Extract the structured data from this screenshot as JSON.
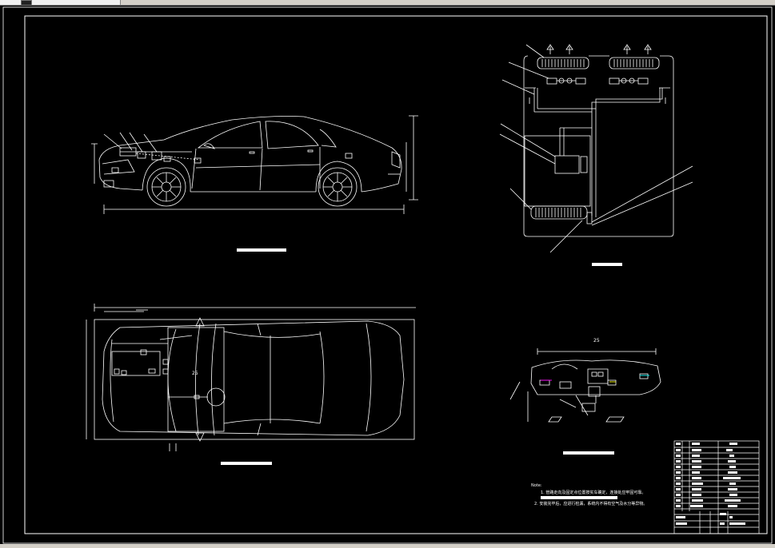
{
  "window": {
    "title_bar_color": "#d4d0c8",
    "tab_icon": "document-icon"
  },
  "drawing": {
    "background": "#000000",
    "line_color": "#ffffff",
    "accent_colors": [
      "#ffffff",
      "#ff00ff",
      "#00ffff",
      "#ffff00"
    ],
    "top_view_label": "25",
    "dashboard_label": "25",
    "notes": {
      "heading": "Note:",
      "line1": "1. 管路走向及固定点位置按实车确定，连接处应牢固可靠。",
      "line2": "2. 安装完毕后，应进行检漏，系统内不得有空气及水分等异物。",
      "highlight_color": "#ffffff"
    }
  },
  "title_block": {
    "rows": 14
  }
}
